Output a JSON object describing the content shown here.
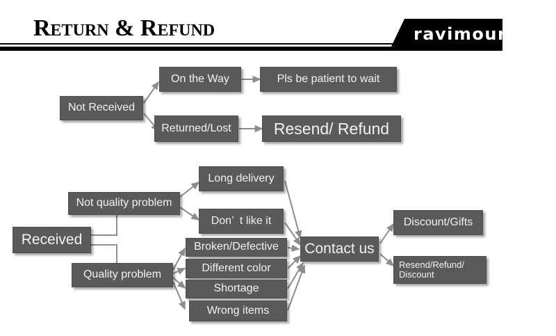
{
  "header": {
    "title": "Return & Refund",
    "brand": "ravimour"
  },
  "diagram": {
    "theme": {
      "node_fill": "#5a5a5a",
      "node_text": "#f2f2f2",
      "arrow_color": "#8c8c8c",
      "page_bg": "#ffffff",
      "rule_color": "#000000"
    },
    "nodes": [
      {
        "id": "not-received",
        "label": "Not Received"
      },
      {
        "id": "on-the-way",
        "label": "On the Way"
      },
      {
        "id": "pls-be-patient",
        "label": "Pls be patient to wait"
      },
      {
        "id": "returned-lost",
        "label": "Returned/Lost"
      },
      {
        "id": "resend-refund",
        "label": "Resend/ Refund"
      },
      {
        "id": "received",
        "label": "Received"
      },
      {
        "id": "not-quality-problem",
        "label": "Not quality problem"
      },
      {
        "id": "quality-problem",
        "label": "Quality problem"
      },
      {
        "id": "long-delivery",
        "label": "Long delivery"
      },
      {
        "id": "dont-like-it",
        "label": "Don’  t like it"
      },
      {
        "id": "broken-defective",
        "label": "Broken/Defective"
      },
      {
        "id": "different-color",
        "label": "Different color"
      },
      {
        "id": "shortage",
        "label": "Shortage"
      },
      {
        "id": "wrong-items",
        "label": "Wrong items"
      },
      {
        "id": "contact-us",
        "label": "Contact us"
      },
      {
        "id": "discount-gifts",
        "label": "Discount/Gifts"
      },
      {
        "id": "resend-refund-discount",
        "label": "Resend/Refund/\nDiscount"
      }
    ],
    "edges": [
      {
        "from": "not-received",
        "to": "on-the-way"
      },
      {
        "from": "not-received",
        "to": "returned-lost"
      },
      {
        "from": "on-the-way",
        "to": "pls-be-patient"
      },
      {
        "from": "returned-lost",
        "to": "resend-refund"
      },
      {
        "from": "received",
        "to": "not-quality-problem"
      },
      {
        "from": "received",
        "to": "quality-problem"
      },
      {
        "from": "not-quality-problem",
        "to": "long-delivery"
      },
      {
        "from": "not-quality-problem",
        "to": "dont-like-it"
      },
      {
        "from": "quality-problem",
        "to": "broken-defective"
      },
      {
        "from": "quality-problem",
        "to": "different-color"
      },
      {
        "from": "quality-problem",
        "to": "shortage"
      },
      {
        "from": "quality-problem",
        "to": "wrong-items"
      },
      {
        "from": "long-delivery",
        "to": "contact-us"
      },
      {
        "from": "dont-like-it",
        "to": "contact-us"
      },
      {
        "from": "broken-defective",
        "to": "contact-us"
      },
      {
        "from": "different-color",
        "to": "contact-us"
      },
      {
        "from": "shortage",
        "to": "contact-us"
      },
      {
        "from": "wrong-items",
        "to": "contact-us"
      },
      {
        "from": "contact-us",
        "to": "discount-gifts"
      },
      {
        "from": "contact-us",
        "to": "resend-refund-discount"
      }
    ]
  }
}
